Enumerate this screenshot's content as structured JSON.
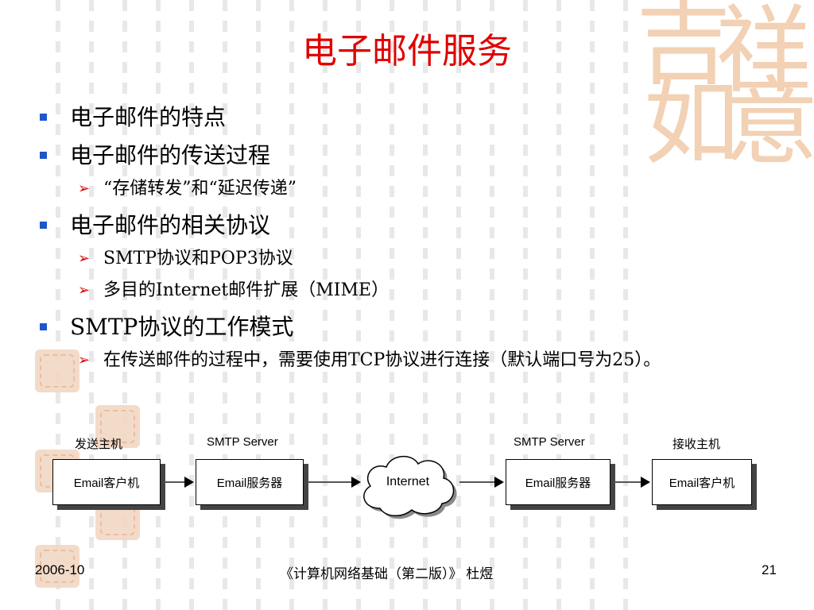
{
  "slide": {
    "title": "电子邮件服务",
    "bullets": [
      {
        "text": "电子邮件的特点",
        "sub": []
      },
      {
        "text": "电子邮件的传送过程",
        "sub": [
          "“存储转发”和“延迟传递”"
        ]
      },
      {
        "text": "电子邮件的相关协议",
        "sub": [
          "SMTP协议和POP3协议",
          "多目的Internet邮件扩展（MIME）"
        ]
      },
      {
        "text": "SMTP协议的工作模式",
        "sub": [
          "在传送邮件的过程中，需要使用TCP协议进行连接（默认端口号为25）。"
        ]
      }
    ]
  },
  "diagram": {
    "top_labels": {
      "sender": "发送主机",
      "smtp_left": "SMTP Server",
      "smtp_right": "SMTP Server",
      "receiver": "接收主机"
    },
    "boxes": {
      "client_left": "Email客户机",
      "server_left": "Email服务器",
      "internet": "Internet",
      "server_right": "Email服务器",
      "client_right": "Email客户机"
    }
  },
  "footer": {
    "date": "2006-10",
    "book": "《计算机网络基础（第二版）》 杜煜",
    "page": "21"
  },
  "colors": {
    "title": "#e00000",
    "bullet": "#1f56c9",
    "sub_arrow": "#e00000"
  }
}
